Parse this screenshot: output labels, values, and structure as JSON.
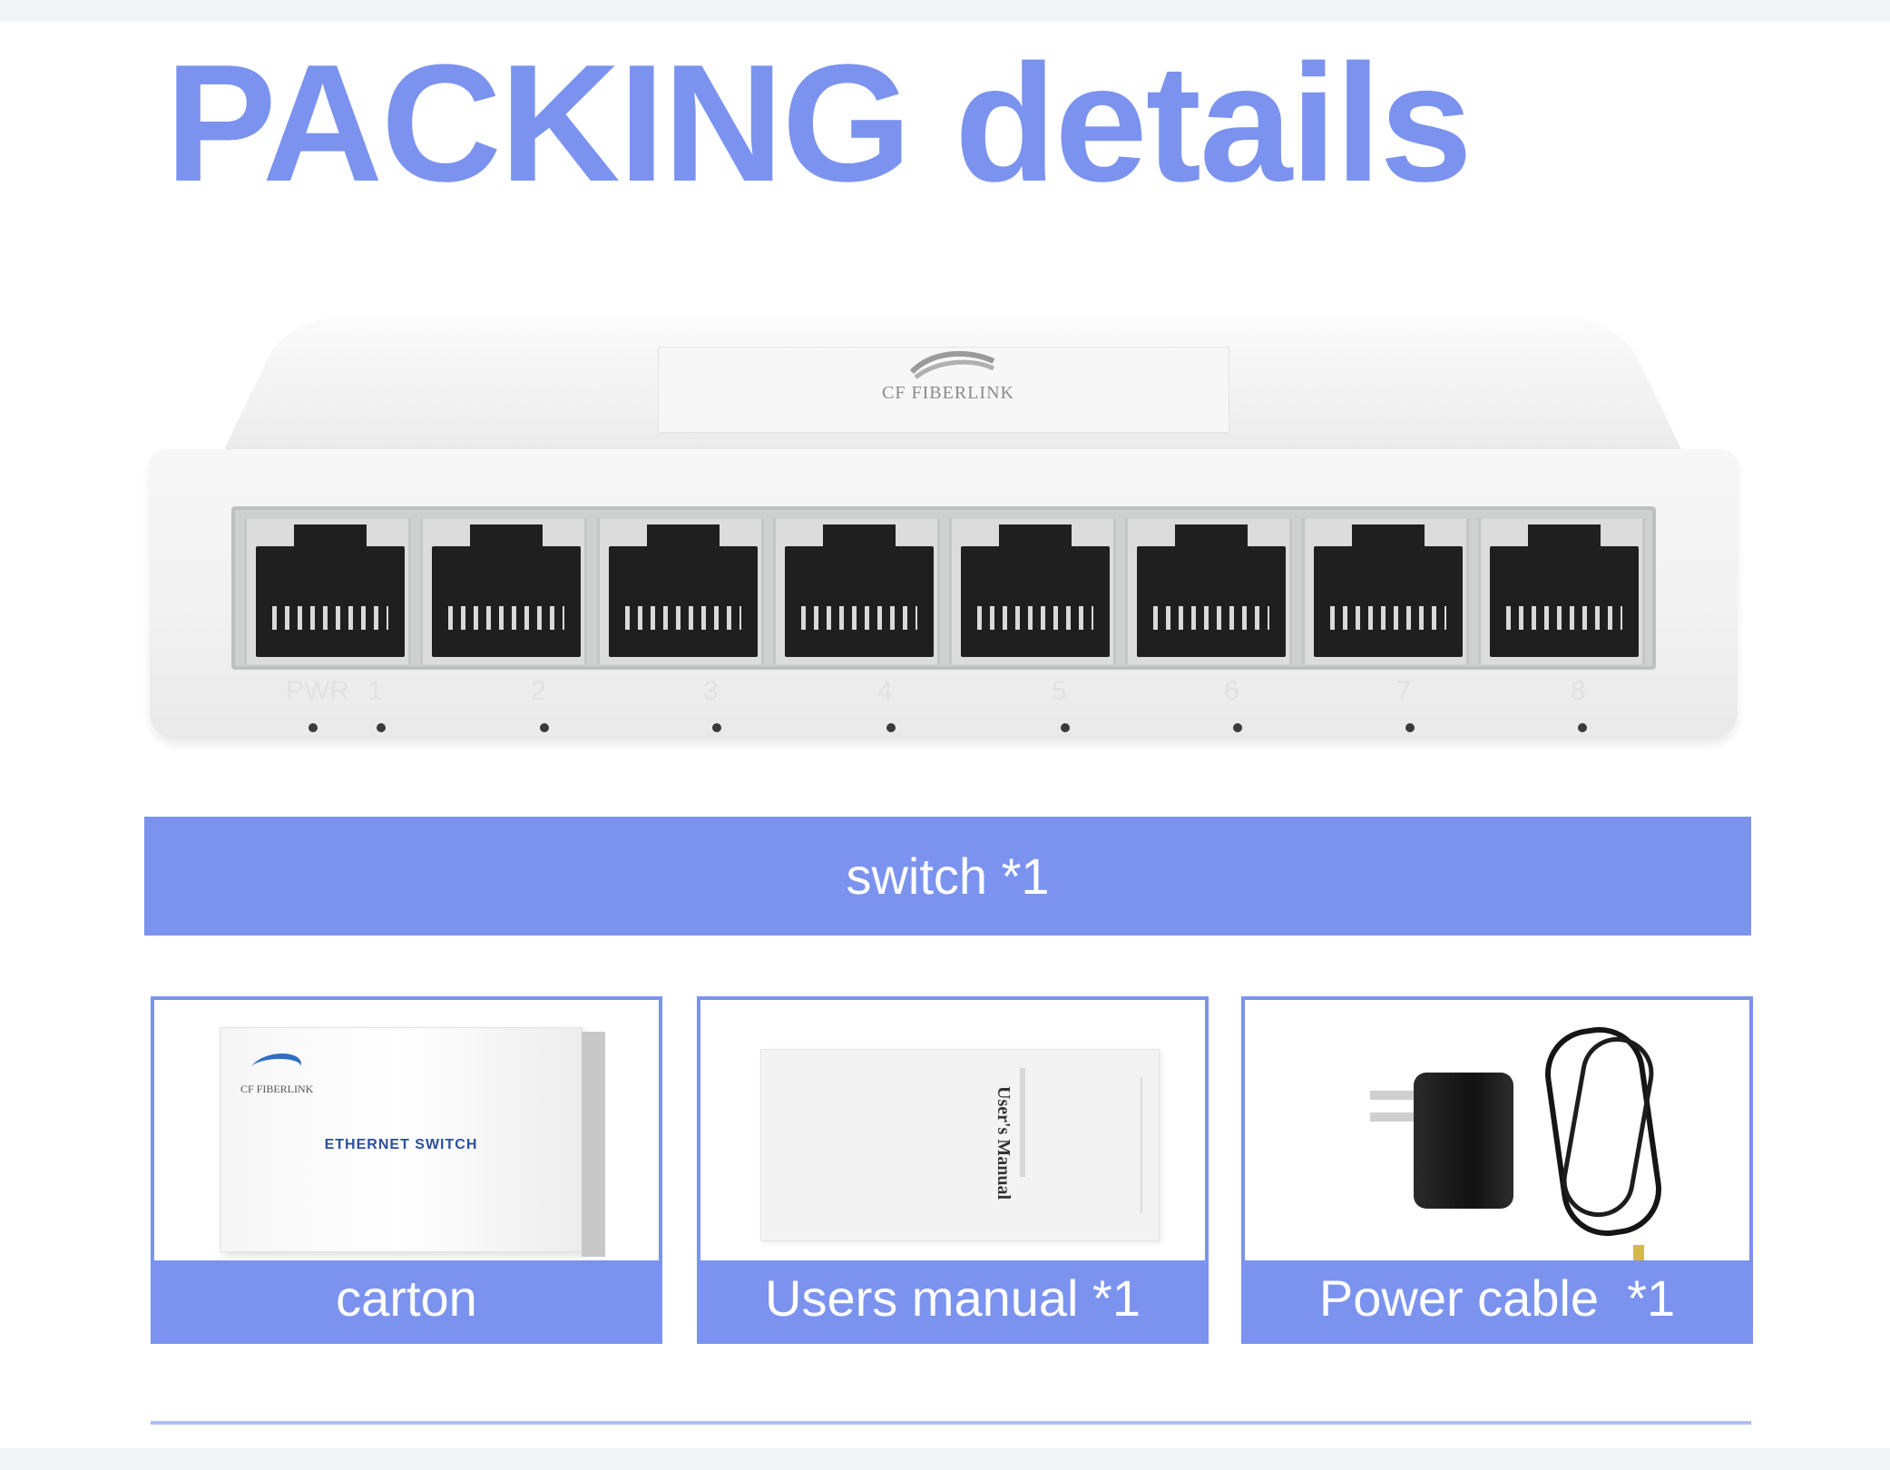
{
  "title": "PACKING details",
  "switch_device": {
    "brand": "CF FIBERLINK",
    "led_labels": [
      "PWR",
      "1",
      "2",
      "3",
      "4",
      "5",
      "6",
      "7",
      "8"
    ],
    "port_count": 8
  },
  "banner": {
    "text": "switch *1"
  },
  "items": [
    {
      "caption": "carton",
      "box_brand": "CF FIBERLINK",
      "box_title": "ETHERNET SWITCH"
    },
    {
      "caption": "Users manual *1",
      "manual_title": "User's Manual"
    },
    {
      "caption": "Power cable  *1"
    }
  ],
  "colors": {
    "accent": "#7b93ef",
    "accent_light": "#aebdf4"
  }
}
